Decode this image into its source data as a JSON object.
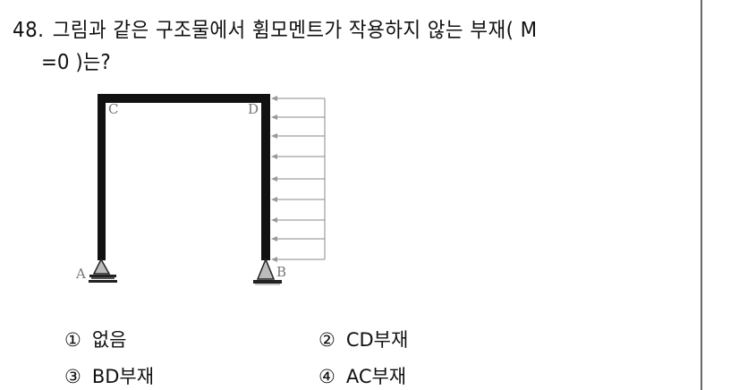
{
  "question": {
    "number": "48.",
    "text_line1": "그림과 같은 구조물에서 휨모멘트가 작용하지 않는 부재( M",
    "text_line2": "=0 )는?"
  },
  "figure": {
    "description": "Portal frame C-D with pin support A (roller) and pin support B, distributed horizontal load on member BD",
    "labels": {
      "A": "A",
      "B": "B",
      "C": "C",
      "D": "D"
    },
    "load_arrow_count": 9
  },
  "choices": [
    {
      "mark": "①",
      "label": "없음"
    },
    {
      "mark": "②",
      "label": "CD부재"
    },
    {
      "mark": "③",
      "label": "BD부재"
    },
    {
      "mark": "④",
      "label": "AC부재"
    }
  ]
}
